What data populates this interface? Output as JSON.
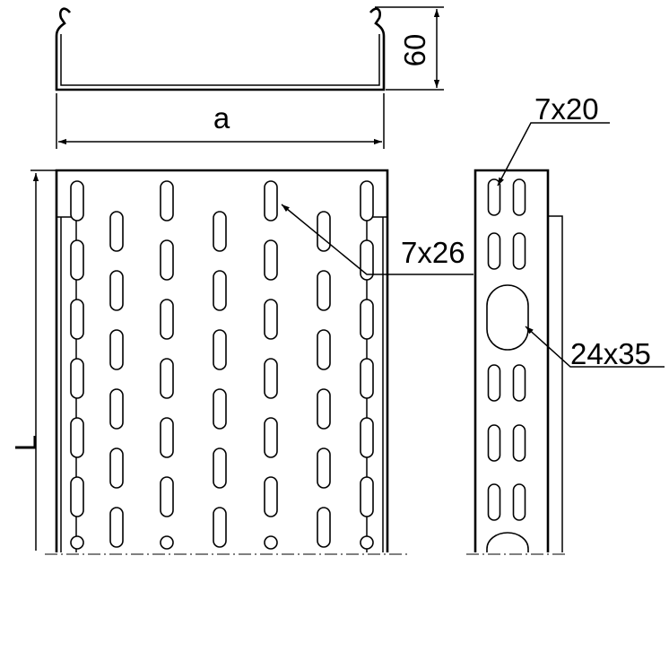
{
  "drawing": {
    "labels": {
      "width_dim": "a",
      "height_dim": "60",
      "length_dim": "L",
      "bottom_slot": "7x26",
      "side_slot": "7x20",
      "side_hole": "24x35"
    }
  }
}
